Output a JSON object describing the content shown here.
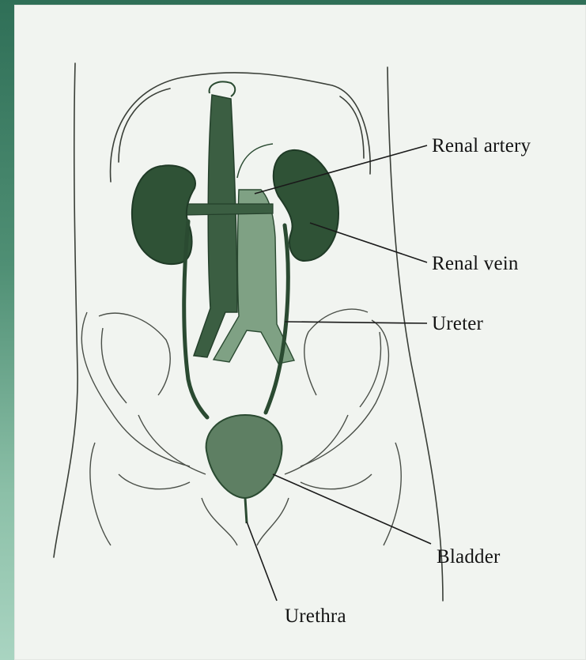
{
  "labels": {
    "renal_artery": "Renal artery",
    "renal_vein": "Renal vein",
    "ureter": "Ureter",
    "bladder": "Bladder",
    "urethra": "Urethra"
  },
  "colors": {
    "organ_fill": "#2f5236",
    "organ_dark": "#1f3a26",
    "outline": "#3a3f38",
    "leader": "#1a1a1a",
    "background_accent": "#3f7f63"
  }
}
